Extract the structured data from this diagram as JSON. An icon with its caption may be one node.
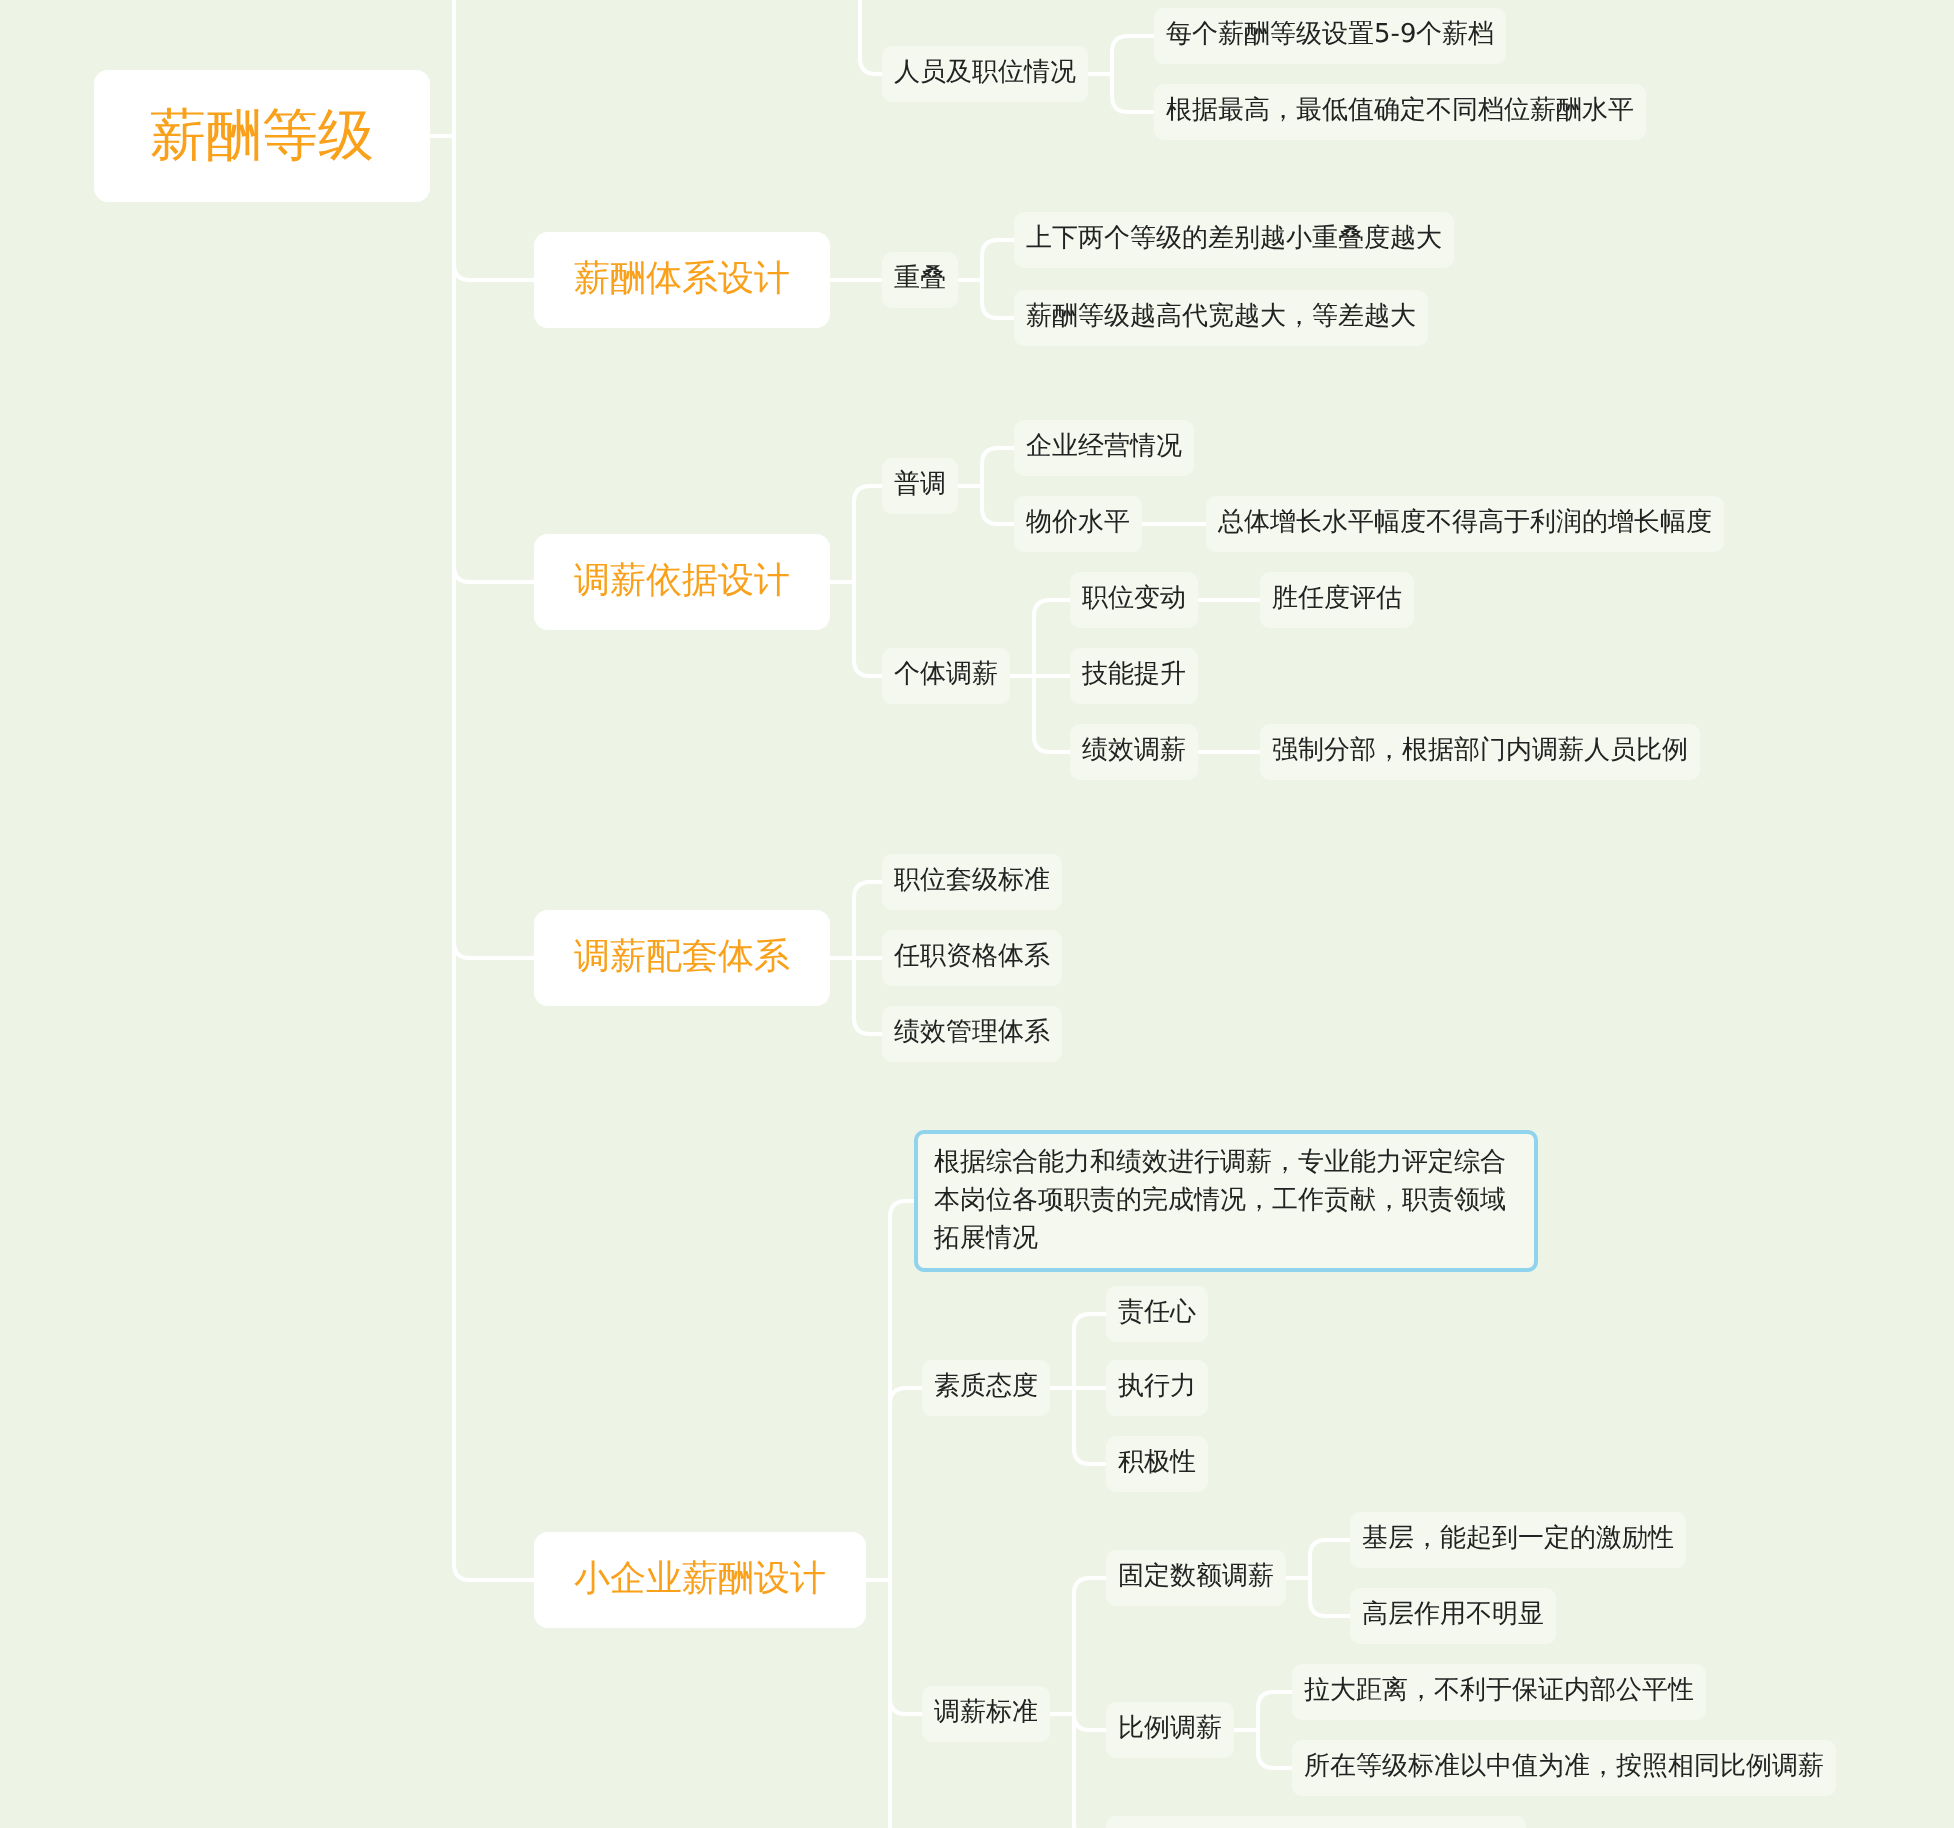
{
  "diagram": {
    "nodes": [
      {
        "text": [
          "薪酬等级"
        ]
      },
      {
        "text": [
          "人员及职位情况"
        ]
      },
      {
        "text": [
          "每个薪酬等级设置5-9个薪档"
        ]
      },
      {
        "text": [
          "根据最高，最低值确定不同档位薪酬水平"
        ]
      },
      {
        "text": [
          "薪酬体系设计"
        ]
      },
      {
        "text": [
          "重叠"
        ]
      },
      {
        "text": [
          "上下两个等级的差别越小重叠度越大"
        ]
      },
      {
        "text": [
          "薪酬等级越高代宽越大，等差越大"
        ]
      },
      {
        "text": [
          "调薪依据设计"
        ]
      },
      {
        "text": [
          "普调"
        ]
      },
      {
        "text": [
          "企业经营情况"
        ]
      },
      {
        "text": [
          "物价水平"
        ]
      },
      {
        "text": [
          "总体增长水平幅度不得高于利润的增长幅度"
        ]
      },
      {
        "text": [
          "个体调薪"
        ]
      },
      {
        "text": [
          "职位变动"
        ]
      },
      {
        "text": [
          "胜任度评估"
        ]
      },
      {
        "text": [
          "技能提升"
        ]
      },
      {
        "text": [
          "绩效调薪"
        ]
      },
      {
        "text": [
          "强制分部，根据部门内调薪人员比例"
        ]
      },
      {
        "text": [
          "调薪配套体系"
        ]
      },
      {
        "text": [
          "职位套级标准"
        ]
      },
      {
        "text": [
          "任职资格体系"
        ]
      },
      {
        "text": [
          "绩效管理体系"
        ]
      },
      {
        "text": [
          "小企业薪酬设计"
        ]
      },
      {
        "text": [
          "根据综合能力和绩效进行调薪，专业能力评定综合本岗位各项职责的完成情况，工作贡献，职责领域拓展情况"
        ]
      },
      {
        "text": [
          "素质态度"
        ]
      },
      {
        "text": [
          "责任心"
        ]
      },
      {
        "text": [
          "执行力"
        ]
      },
      {
        "text": [
          "积极性"
        ]
      },
      {
        "text": [
          "调薪标准"
        ]
      },
      {
        "text": [
          "固定数额调薪"
        ]
      },
      {
        "text": [
          "基层，能起到一定的激励性"
        ]
      },
      {
        "text": [
          "高层作用不明显"
        ]
      },
      {
        "text": [
          "比例调薪"
        ]
      },
      {
        "text": [
          "拉大距离，不利于保证内部公平性"
        ]
      },
      {
        "text": [
          "所在等级标准以中值为准，按照相同比例调薪"
        ]
      },
      {
        "text": [],
        "shape": "box"
      }
    ],
    "edges": [
      {
        "from": null,
        "to": 1,
        "arrow": "none"
      },
      {
        "from": 0,
        "to": null,
        "arrow": "none"
      },
      {
        "from": 1,
        "to": 2,
        "arrow": "none"
      },
      {
        "from": 1,
        "to": 3,
        "arrow": "none"
      },
      {
        "from": 0,
        "to": 4,
        "arrow": "none"
      },
      {
        "from": 4,
        "to": 5,
        "arrow": "none"
      },
      {
        "from": 5,
        "to": 6,
        "arrow": "none"
      },
      {
        "from": 5,
        "to": 7,
        "arrow": "none"
      },
      {
        "from": 0,
        "to": 8,
        "arrow": "none"
      },
      {
        "from": 8,
        "to": 9,
        "arrow": "none"
      },
      {
        "from": 9,
        "to": 10,
        "arrow": "none"
      },
      {
        "from": 9,
        "to": 11,
        "arrow": "none"
      },
      {
        "from": 11,
        "to": 12,
        "arrow": "none"
      },
      {
        "from": 8,
        "to": 13,
        "arrow": "none"
      },
      {
        "from": 13,
        "to": 14,
        "arrow": "none"
      },
      {
        "from": 14,
        "to": 15,
        "arrow": "none"
      },
      {
        "from": 13,
        "to": 16,
        "arrow": "none"
      },
      {
        "from": 13,
        "to": 17,
        "arrow": "none"
      },
      {
        "from": 17,
        "to": 18,
        "arrow": "none"
      },
      {
        "from": 0,
        "to": 19,
        "arrow": "none"
      },
      {
        "from": 19,
        "to": 20,
        "arrow": "none"
      },
      {
        "from": 19,
        "to": 21,
        "arrow": "none"
      },
      {
        "from": 19,
        "to": 22,
        "arrow": "none"
      },
      {
        "from": 0,
        "to": 23,
        "arrow": "none"
      },
      {
        "from": 23,
        "to": 24,
        "arrow": "none"
      },
      {
        "from": 23,
        "to": 25,
        "arrow": "none"
      },
      {
        "from": 25,
        "to": 26,
        "arrow": "none"
      },
      {
        "from": 25,
        "to": 27,
        "arrow": "none"
      },
      {
        "from": 25,
        "to": 28,
        "arrow": "none"
      },
      {
        "from": 23,
        "to": 29,
        "arrow": "none"
      },
      {
        "from": 29,
        "to": 30,
        "arrow": "none"
      },
      {
        "from": 30,
        "to": 31,
        "arrow": "none"
      },
      {
        "from": 30,
        "to": 32,
        "arrow": "none"
      },
      {
        "from": 29,
        "to": 33,
        "arrow": "none"
      },
      {
        "from": 33,
        "to": 34,
        "arrow": "none"
      },
      {
        "from": 33,
        "to": 35,
        "arrow": "none"
      },
      {
        "from": 29,
        "to": 36,
        "arrow": "none"
      },
      {
        "from": 23,
        "to": null,
        "arrow": "none"
      }
    ]
  }
}
